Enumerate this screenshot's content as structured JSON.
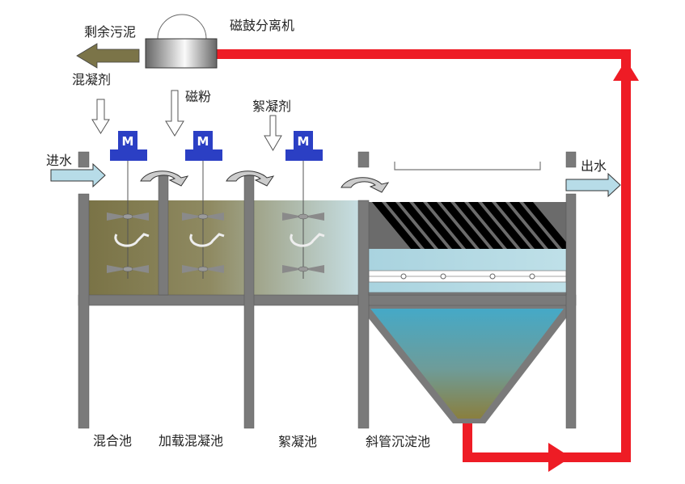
{
  "labels": {
    "separator": "磁鼓分离机",
    "sludge": "剩余污泥",
    "coagulant": "混凝剂",
    "magnetic_powder": "磁粉",
    "flocculant": "絮凝剂",
    "inlet": "进水",
    "outlet": "出水",
    "motor": "M",
    "tank_mixing": "混合池",
    "tank_loaded": "加载混凝池",
    "tank_floc": "絮凝池",
    "tank_settler": "斜管沉淀池"
  },
  "colors": {
    "recycle_pipe": "#ee1c25",
    "motor": "#2b3fc4",
    "wall": "#7a7a7a",
    "sludge_arrow": "#7b7448",
    "water_arrow": "#b7dce8"
  }
}
